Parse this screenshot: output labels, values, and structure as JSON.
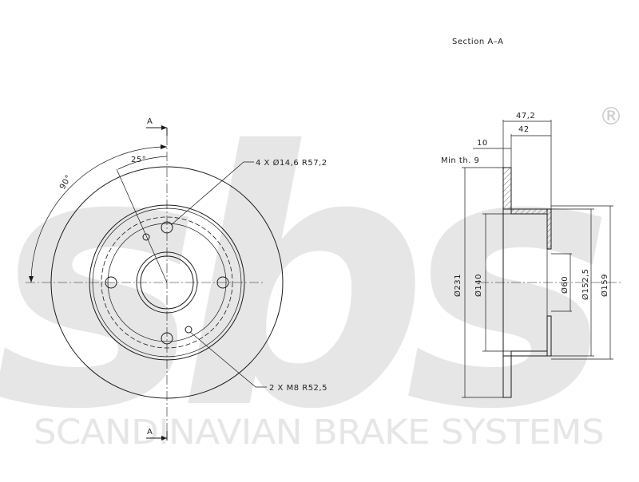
{
  "brand": {
    "logo_text": "sbs",
    "registered_mark": "®",
    "tagline": "SCANDINAVIAN BRAKE SYSTEMS",
    "watermark_color": "#e6e6e6"
  },
  "section_title": "Section A–A",
  "section_marks": {
    "top": "A",
    "bottom": "A"
  },
  "front_view": {
    "angle_outer": "90°",
    "angle_inner": "25°",
    "bolt_holes_label": "4 X Ø14,6  R57,2",
    "thread_holes_label": "2 X M8  R52,5"
  },
  "section_view": {
    "dims_top": {
      "overall_height": "47,2",
      "hat_height": "42",
      "disc_thickness": "10"
    },
    "min_thickness": "Min th. 9",
    "diameters": {
      "outer": "Ø231",
      "hat_inner": "Ø140",
      "center_bore": "Ø60",
      "pcd": "Ø152,5",
      "hat_outer": "Ø159"
    }
  }
}
